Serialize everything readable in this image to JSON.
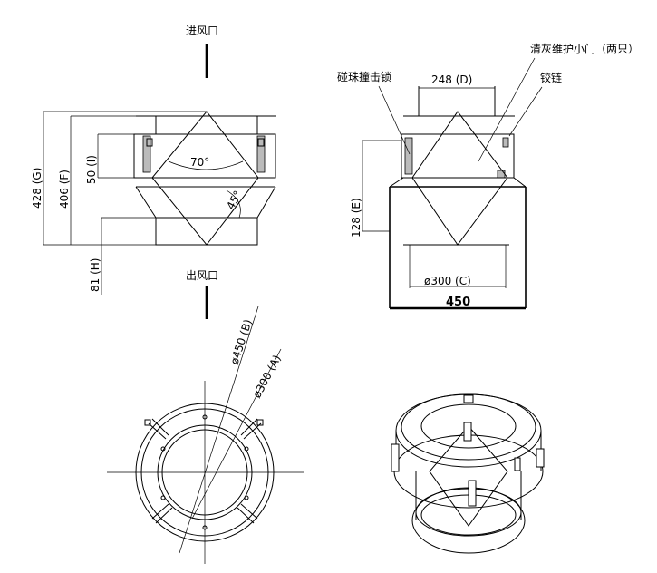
{
  "labels": {
    "inlet": "进风口",
    "outlet": "出风口",
    "bead_lock": "碰珠撞击锁",
    "access_door": "清灰维护小门（两只）",
    "hinge": "铰链"
  },
  "dimensions": {
    "G": "428 (G)",
    "F": "406 (F)",
    "I": "50 (I)",
    "H": "81 (H)",
    "angle_70": "70°",
    "angle_45": "45°",
    "D": "248 (D)",
    "E": "128 (E)",
    "C": "ø300 (C)",
    "width": "450",
    "B": "ø450 (B)",
    "A": "ø300 (A)"
  }
}
